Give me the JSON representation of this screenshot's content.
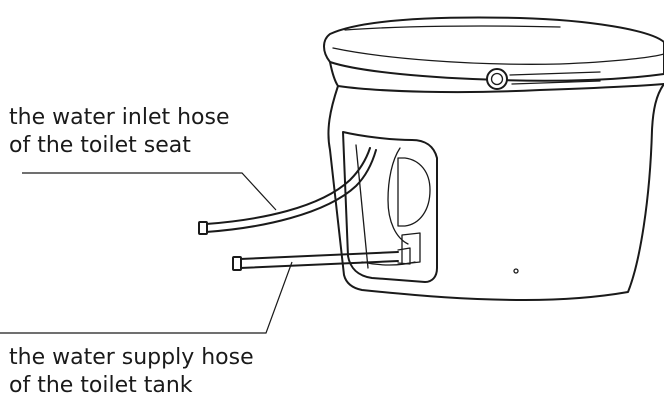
{
  "labels": {
    "inlet_hose": {
      "line1": "the water inlet hose",
      "line2": "of the toilet seat"
    },
    "supply_hose": {
      "line1": "the water supply hose",
      "line2": "of the toilet tank"
    }
  },
  "colors": {
    "stroke": "#1a1a1a",
    "background": "#ffffff"
  }
}
